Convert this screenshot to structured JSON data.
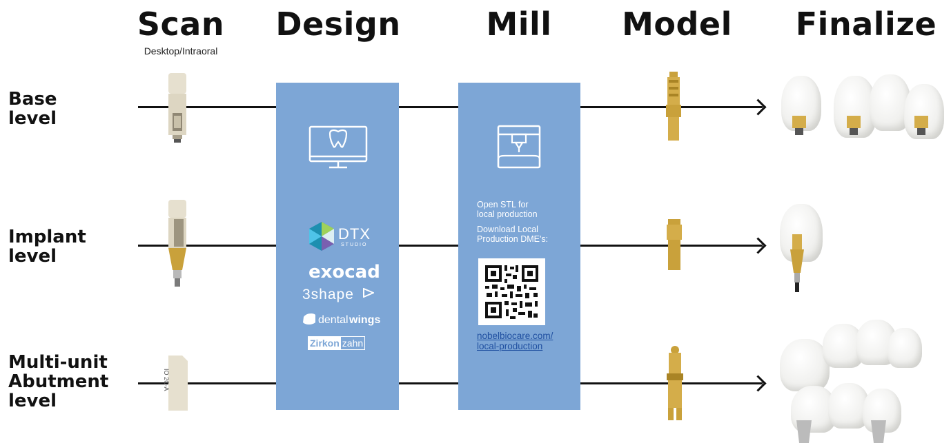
{
  "stages": [
    {
      "title": "Scan",
      "subtitle": "Desktop/Intraoral"
    },
    {
      "title": "Design",
      "subtitle": ""
    },
    {
      "title": "Mill",
      "subtitle": ""
    },
    {
      "title": "Model",
      "subtitle": ""
    },
    {
      "title": "Finalize",
      "subtitle": ""
    }
  ],
  "rows": [
    {
      "label_line1": "Base",
      "label_line2": "level",
      "label_line3": ""
    },
    {
      "label_line1": "Implant",
      "label_line2": "level",
      "label_line3": ""
    },
    {
      "label_line1": "Multi-unit",
      "label_line2": "Abutment",
      "label_line3": "level"
    }
  ],
  "design_panel": {
    "icon": "monitor-tooth-icon",
    "logos": {
      "dtx": "DTX",
      "dtx_sub": "STUDIO",
      "exocad": "exocad",
      "threeshape": "3shape",
      "dentalwings_1": "dental",
      "dentalwings_2": "wings",
      "zirkon": "Zirkon",
      "zahn": "zahn"
    }
  },
  "mill_panel": {
    "icon": "printer-icon",
    "text1_line1": "Open STL for",
    "text1_line2": "local production",
    "text2_line1": "Download Local",
    "text2_line2": "Production DME's:",
    "link_line1": "nobelbiocare.com/",
    "link_line2": "local-production"
  },
  "scan_body_label": "IO 2C-A",
  "colors": {
    "panel": "#7da6d6",
    "gold": "#c9a13b",
    "link": "#1f4fa0"
  }
}
